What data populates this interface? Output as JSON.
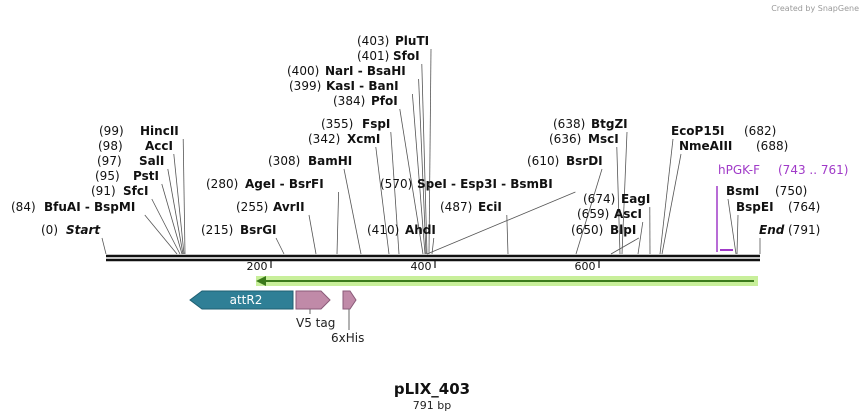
{
  "credit": "Created by SnapGene",
  "title": "pLIX_403",
  "subtitle": "791 bp",
  "ends": [
    {
      "pos": "(0)",
      "name": "Start"
    },
    {
      "pos": "(791)",
      "name": "End"
    }
  ],
  "sites": [
    {
      "pos": "(84)",
      "name": "BfuAI  - BspMI"
    },
    {
      "pos": "(91)",
      "name": "SfcI"
    },
    {
      "pos": "(95)",
      "name": "PstI"
    },
    {
      "pos": "(97)",
      "name": "SalI"
    },
    {
      "pos": "(98)",
      "name": "AccI"
    },
    {
      "pos": "(99)",
      "name": "HincII"
    },
    {
      "pos": "(215)",
      "name": "BsrGI"
    },
    {
      "pos": "(255)",
      "name": "AvrII"
    },
    {
      "pos": "(280)",
      "name": "AgeI  - BsrFI"
    },
    {
      "pos": "(308)",
      "name": "BamHI"
    },
    {
      "pos": "(342)",
      "name": "XcmI"
    },
    {
      "pos": "(355)",
      "name": "FspI"
    },
    {
      "pos": "(384)",
      "name": "PfoI"
    },
    {
      "pos": "(399)",
      "name": "KasI  - BanI"
    },
    {
      "pos": "(400)",
      "name": "NarI  - BsaHI"
    },
    {
      "pos": "(401)",
      "name": "SfoI"
    },
    {
      "pos": "(403)",
      "name": "PluTI"
    },
    {
      "pos": "(410)",
      "name": "AhdI"
    },
    {
      "pos": "(570)",
      "name": "SpeI  - Esp3I  - BsmBI"
    },
    {
      "pos": "(487)",
      "name": "EciI"
    },
    {
      "pos": "(610)",
      "name": "BsrDI"
    },
    {
      "pos": "(636)",
      "name": "MscI"
    },
    {
      "pos": "(638)",
      "name": "BtgZI"
    },
    {
      "pos": "(650)",
      "name": "BlpI"
    },
    {
      "pos": "(659)",
      "name": "AscI"
    },
    {
      "pos": "(674)",
      "name": "EagI"
    },
    {
      "pos": "(682)",
      "name": "EcoP15I"
    },
    {
      "pos": "(688)",
      "name": "NmeAIII"
    },
    {
      "pos": "(750)",
      "name": "BsmI"
    },
    {
      "pos": "(764)",
      "name": "BspEI"
    }
  ],
  "ticks": [
    "200",
    "400",
    "600"
  ],
  "primer": {
    "name": "hPGK-F",
    "range": "(743 .. 761)",
    "color": "#a03ac8"
  },
  "features": [
    {
      "name": "attR2",
      "color": "#2f7f96"
    },
    {
      "name": "V5 tag",
      "color": "#c08aa8"
    },
    {
      "name": "6xHis",
      "color": "#c08aa8"
    }
  ],
  "orf_color": "#3a7a1a",
  "orf_highlight": "#c8ef9a"
}
